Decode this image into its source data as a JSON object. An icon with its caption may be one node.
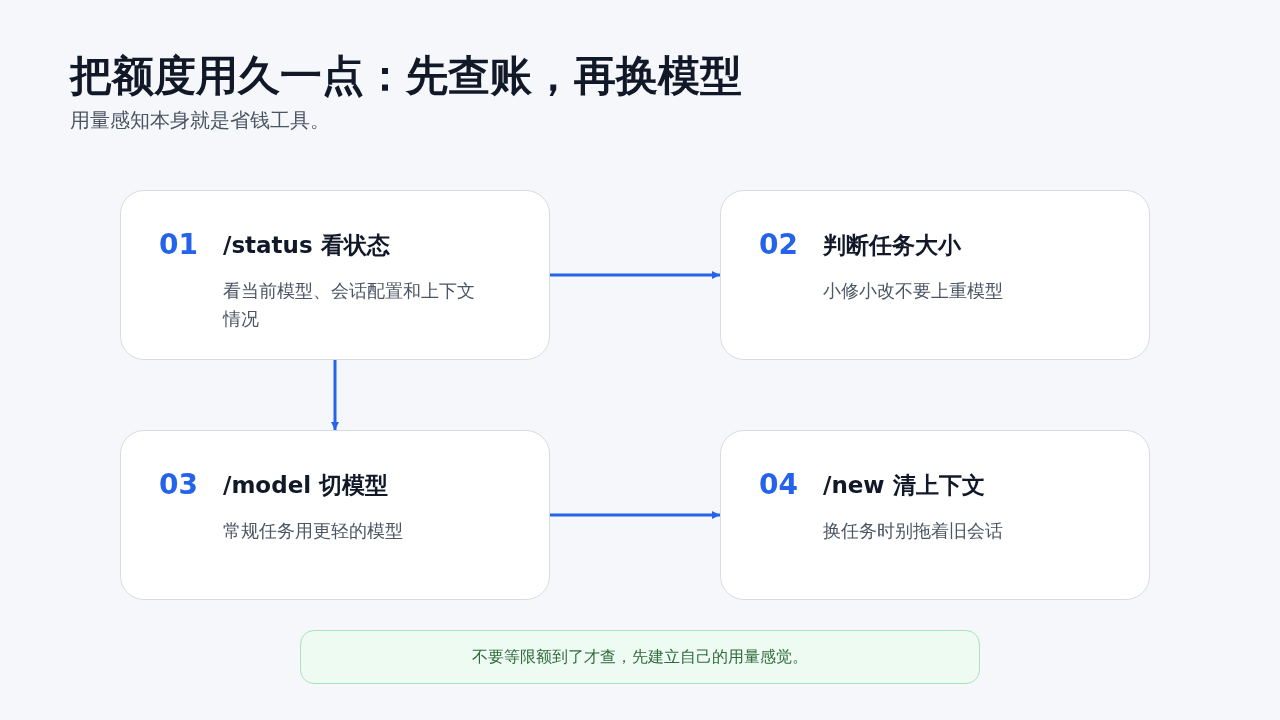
{
  "diagram": {
    "title": "把额度用久一点：先查账，再换模型",
    "nodes": [
      {
        "text": [
          "01",
          "/status 看状态",
          "看当前模型、会话配置和上下文情况"
        ]
      },
      {
        "text": [
          "02",
          "判断任务大小",
          "小修小改不要上重模型"
        ]
      },
      {
        "text": [
          "03",
          "/model 切模型",
          "常规任务用更轻的模型"
        ]
      },
      {
        "text": [
          "04",
          "/new 清上下文",
          "换任务时别拖着旧会话"
        ]
      },
      {
        "text": [
          "不要等限额到了才查，先建立自己的用量感觉。"
        ]
      }
    ],
    "edges": [
      {
        "from": 0,
        "to": 1,
        "arrow": "to"
      },
      {
        "from": 0,
        "to": 2,
        "arrow": "to"
      },
      {
        "from": 2,
        "to": 3,
        "arrow": "to"
      }
    ],
    "labels": [
      "用量感知本身就是省钱工具。"
    ]
  }
}
